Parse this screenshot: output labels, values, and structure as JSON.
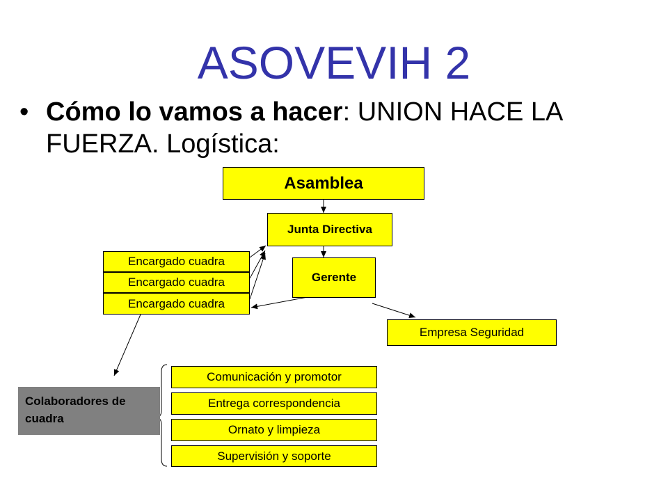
{
  "title": "ASOVEVIH 2",
  "bullet": {
    "symbol": "•",
    "lead": "Cómo lo vamos a hacer",
    "rest": ": UNION HACE LA FUERZA. Logística:"
  },
  "org": {
    "asamblea": "Asamblea",
    "junta": "Junta Directiva",
    "gerente": "Gerente",
    "encargados": [
      "Encargado cuadra",
      "Encargado cuadra",
      "Encargado cuadra"
    ],
    "empresa": "Empresa Seguridad",
    "colaboradores": "Colaboradores de cuadra",
    "tareas": [
      "Comunicación y promotor",
      "Entrega correspondencia",
      "Ornato y limpieza",
      "Supervisión y soporte"
    ]
  },
  "colors": {
    "title": "#3333aa",
    "box_fill": "#ffff00",
    "gray_fill": "#808080"
  }
}
